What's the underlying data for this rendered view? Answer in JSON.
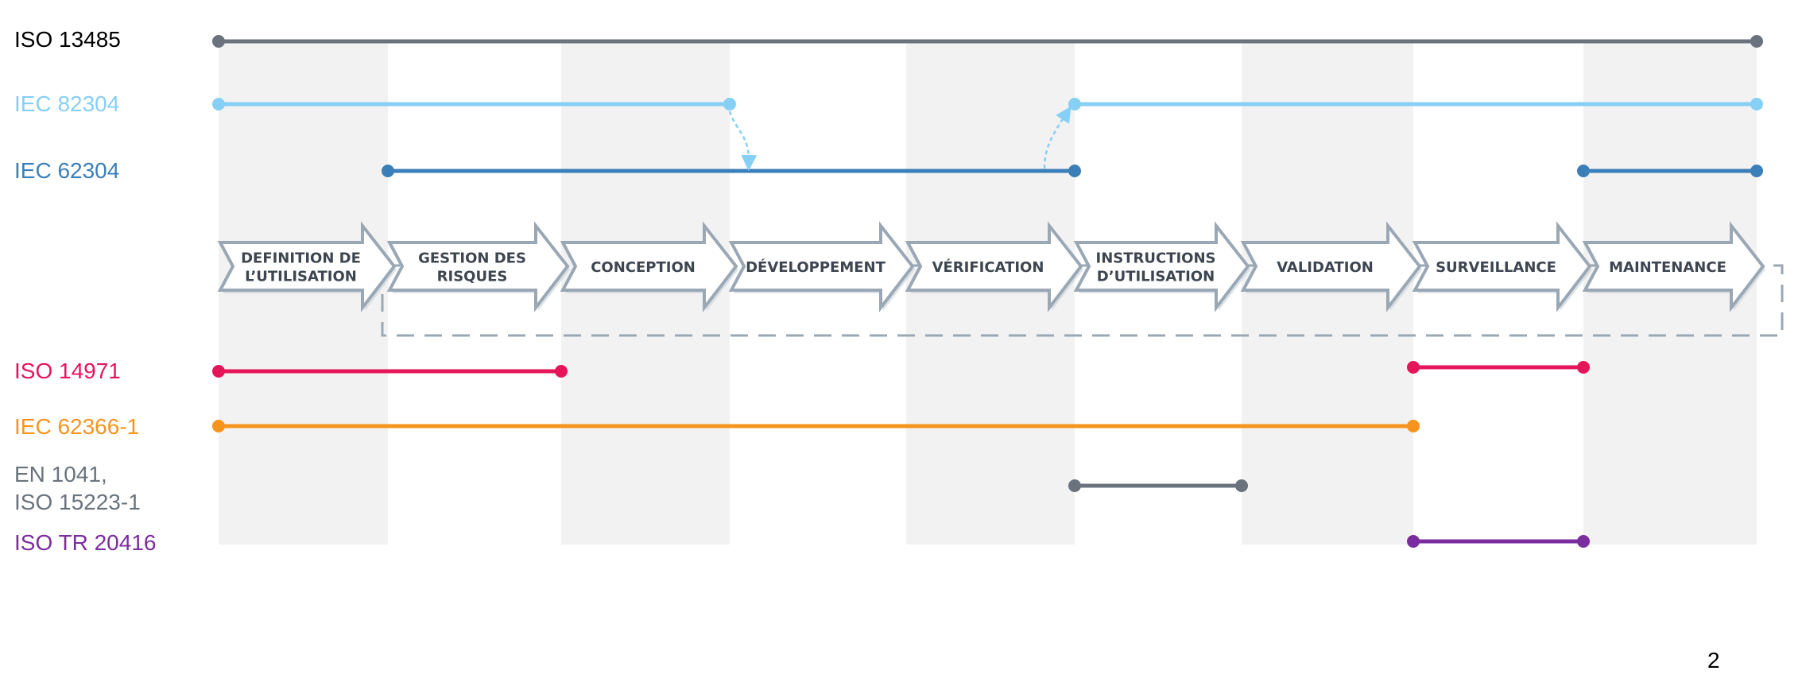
{
  "phases": [
    {
      "id": "definition",
      "lines": [
        "DEFINITION DE",
        "L’UTILISATION"
      ]
    },
    {
      "id": "gestion",
      "lines": [
        "GESTION DES",
        "RISQUES"
      ]
    },
    {
      "id": "conception",
      "lines": [
        "CONCEPTION"
      ]
    },
    {
      "id": "developpement",
      "lines": [
        "DÉVELOPPEMENT"
      ]
    },
    {
      "id": "verification",
      "lines": [
        "VÉRIFICATION"
      ]
    },
    {
      "id": "instructions",
      "lines": [
        "INSTRUCTIONS",
        "D’UTILISATION"
      ]
    },
    {
      "id": "validation",
      "lines": [
        "VALIDATION"
      ]
    },
    {
      "id": "surveillance",
      "lines": [
        "SURVEILLANCE"
      ]
    },
    {
      "id": "maintenance",
      "lines": [
        "MAINTENANCE"
      ]
    }
  ],
  "standards": [
    {
      "id": "iso-13485",
      "lines": [
        "ISO 13485"
      ],
      "color": "#6a737d",
      "spans": [
        [
          0,
          9
        ]
      ]
    },
    {
      "id": "iec-82304",
      "lines": [
        "IEC 82304"
      ],
      "color": "#86cff5",
      "spans": [
        [
          0,
          3
        ],
        [
          5,
          9
        ]
      ]
    },
    {
      "id": "iec-62304",
      "lines": [
        "IEC 62304"
      ],
      "color": "#3b7fb8",
      "spans": [
        [
          1,
          5
        ],
        [
          8,
          9
        ]
      ]
    },
    {
      "id": "iso-14971",
      "lines": [
        "ISO 14971"
      ],
      "color": "#e5155a",
      "spans": [
        [
          0,
          2
        ],
        [
          7,
          8
        ]
      ]
    },
    {
      "id": "iec-62366-1",
      "lines": [
        "IEC 62366-1"
      ],
      "color": "#f7941d",
      "spans": [
        [
          0,
          7
        ]
      ]
    },
    {
      "id": "en-1041",
      "lines": [
        "EN 1041,",
        "ISO 15223-1"
      ],
      "color": "#6a737d",
      "spans": [
        [
          5,
          6
        ]
      ]
    },
    {
      "id": "iso-tr-20416",
      "lines": [
        "ISO TR 20416"
      ],
      "color": "#7b2c9e",
      "spans": [
        [
          7,
          8
        ]
      ]
    }
  ],
  "colors": {
    "shade": "#f2f2f2",
    "arrow_fill": "#ffffff",
    "arrow_stroke": "#9aa8b5",
    "dash": "#9aa8b5"
  },
  "page_number": "2"
}
